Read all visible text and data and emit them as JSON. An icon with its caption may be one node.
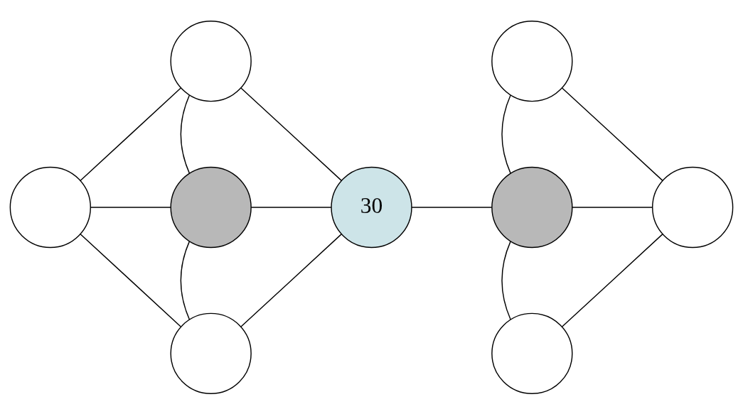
{
  "diagram": {
    "nodes": [
      {
        "text": [],
        "shape": "circle"
      },
      {
        "text": [],
        "shape": "circle"
      },
      {
        "text": [],
        "shape": "circle"
      },
      {
        "text": [],
        "shape": "circle"
      },
      {
        "text": [
          "30"
        ]
      },
      {
        "text": [],
        "shape": "circle"
      },
      {
        "text": [],
        "shape": "circle"
      },
      {
        "text": [],
        "shape": "circle"
      },
      {
        "text": [],
        "shape": "circle"
      }
    ],
    "edges": [
      {
        "from": 0,
        "to": 2,
        "arrow": "none"
      },
      {
        "from": 0,
        "to": 3,
        "arrow": "none"
      },
      {
        "from": 0,
        "to": 4,
        "arrow": "none"
      },
      {
        "from": 2,
        "to": 3,
        "arrow": "none"
      },
      {
        "from": 3,
        "to": 4,
        "arrow": "none"
      },
      {
        "from": 3,
        "to": 7,
        "arrow": "none"
      },
      {
        "from": 2,
        "to": 7,
        "arrow": "none"
      },
      {
        "from": 4,
        "to": 7,
        "arrow": "none"
      },
      {
        "from": 4,
        "to": 5,
        "arrow": "none"
      },
      {
        "from": 1,
        "to": 5,
        "arrow": "none"
      },
      {
        "from": 1,
        "to": 6,
        "arrow": "none"
      },
      {
        "from": 5,
        "to": 6,
        "arrow": "none"
      },
      {
        "from": 5,
        "to": 8,
        "arrow": "none"
      },
      {
        "from": 8,
        "to": 6,
        "arrow": "none"
      }
    ]
  }
}
